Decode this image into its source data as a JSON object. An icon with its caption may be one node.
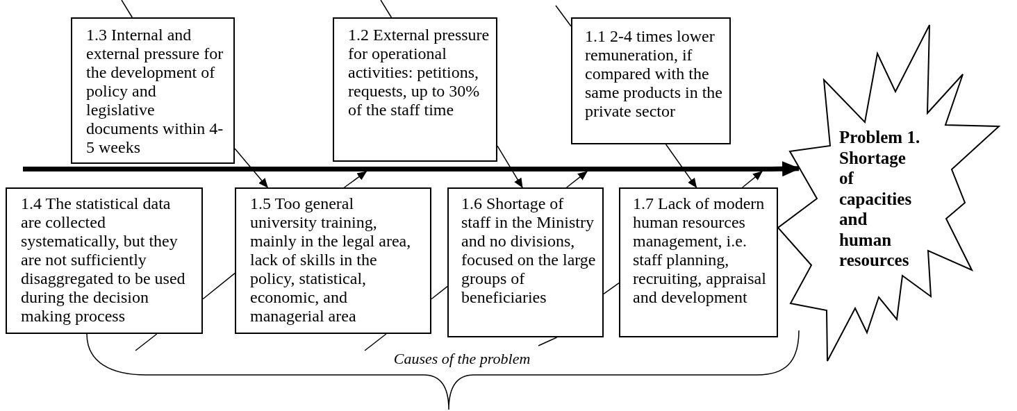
{
  "diagram": {
    "nodes": [
      {
        "text": [
          "1.3 Internal and external pressure for the development of policy and legislative documents within 4-5 weeks"
        ]
      },
      {
        "text": [
          "1.2 External pressure for operational activities: petitions, requests, up to 30% of the staff time"
        ]
      },
      {
        "text": [
          "1.1 2-4 times lower remuneration, if compared with the same products in the private sector"
        ]
      },
      {
        "text": [
          "1.4 The statistical data are collected systematically, but they are not sufficiently disaggregated to be used during the decision making process"
        ]
      },
      {
        "text": [
          "1.5 Too general university training, mainly in the legal area, lack of skills in the policy, statistical, economic, and managerial area"
        ]
      },
      {
        "text": [
          "1.6 Shortage of staff in the Ministry and no divisions, focused on the large groups of beneficiaries"
        ]
      },
      {
        "text": [
          "1.7 Lack of modern human resources management, i.e. staff planning, recruiting, appraisal and development"
        ]
      },
      {
        "text": [
          "Problem 1. Shortage of capacities and human resources"
        ]
      },
      {
        "text": [],
        "shape": "bar"
      }
    ],
    "edges": [
      {
        "from": null,
        "to": 0,
        "arrow": "none"
      },
      {
        "from": null,
        "to": 1,
        "arrow": "none"
      },
      {
        "from": null,
        "to": 2,
        "arrow": "none"
      },
      {
        "from": 0,
        "to": 4,
        "arrow": "to"
      },
      {
        "from": 1,
        "to": 5,
        "arrow": "to"
      },
      {
        "from": 2,
        "to": 6,
        "arrow": "to"
      },
      {
        "from": 8,
        "to": 7,
        "arrow": "to",
        "style": "thick"
      },
      {
        "from": 4,
        "to": 8,
        "arrow": "to"
      },
      {
        "from": 5,
        "to": 8,
        "arrow": "to"
      },
      {
        "from": 6,
        "to": 8,
        "arrow": "to"
      },
      {
        "from": null,
        "to": 3,
        "arrow": "none"
      },
      {
        "from": 3,
        "to": 4,
        "arrow": "none"
      },
      {
        "from": 4,
        "to": 5,
        "arrow": "none"
      },
      {
        "from": 5,
        "to": 6,
        "arrow": "none"
      },
      {
        "from": null,
        "to": 4,
        "arrow": "none"
      },
      {
        "from": null,
        "to": 5,
        "arrow": "none"
      }
    ],
    "labels": [
      "Causes of the problem"
    ]
  }
}
